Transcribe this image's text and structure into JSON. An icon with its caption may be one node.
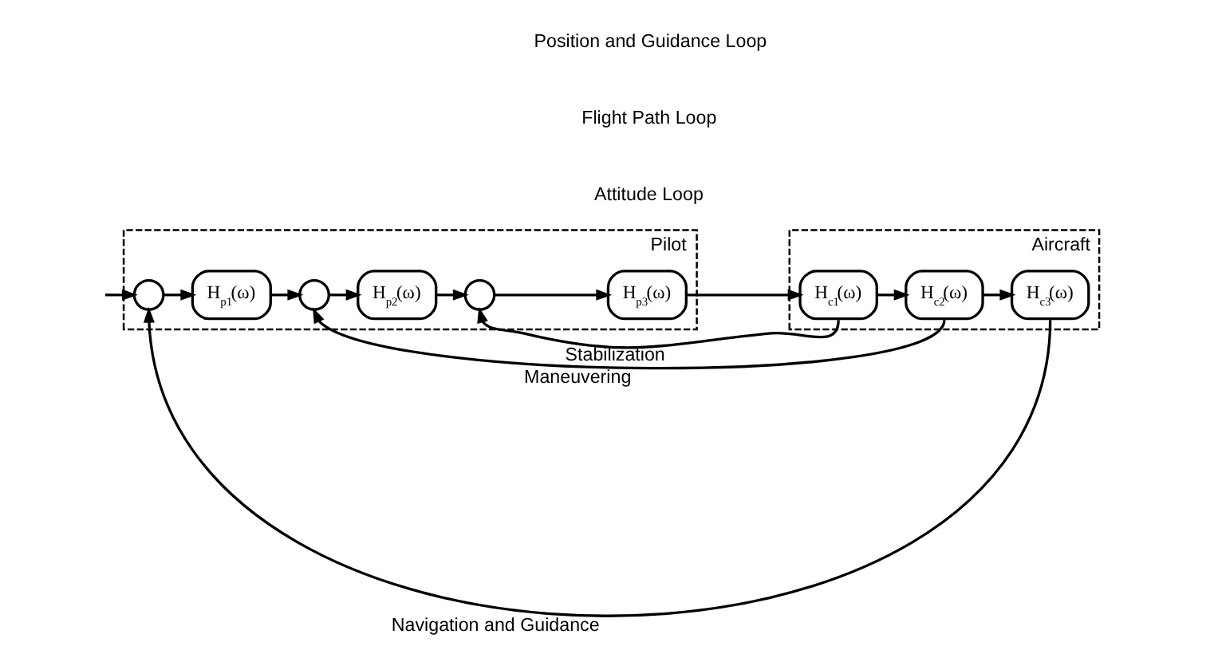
{
  "diagram": {
    "nodes": [
      {
        "text": [
          "Pilot"
        ]
      },
      {
        "text": [],
        "shape": "circle",
        "in": 0
      },
      {
        "text": [
          "H$_{p1}$(ω)"
        ],
        "in": 0
      },
      {
        "text": [],
        "shape": "circle",
        "in": 0
      },
      {
        "text": [
          "H$_{p2}$(ω)"
        ],
        "in": 0
      },
      {
        "text": [],
        "shape": "circle",
        "in": 0
      },
      {
        "text": [
          "H$_{p3}$(ω)"
        ],
        "in": 0
      },
      {
        "text": [
          "Aircraft"
        ]
      },
      {
        "text": [
          "H$_{c1}$(ω)"
        ],
        "in": 7
      },
      {
        "text": [
          "H$_{c2}$(ω)"
        ],
        "in": 7
      },
      {
        "text": [
          "H$_{c3}$(ω)"
        ],
        "in": 7
      }
    ],
    "edges": [
      {
        "from": null,
        "to": 1,
        "arrow": "to"
      },
      {
        "from": 1,
        "to": 2,
        "arrow": "to"
      },
      {
        "from": 2,
        "to": 3,
        "arrow": "to"
      },
      {
        "from": 3,
        "to": 4,
        "arrow": "to"
      },
      {
        "from": 4,
        "to": 5,
        "arrow": "to"
      },
      {
        "from": 5,
        "to": 6,
        "arrow": "to"
      },
      {
        "from": 6,
        "to": 8,
        "arrow": "to"
      },
      {
        "from": 8,
        "to": 9,
        "arrow": "to"
      },
      {
        "from": 9,
        "to": 10,
        "arrow": "to"
      },
      {
        "from": 8,
        "to": 5,
        "arrow": "to",
        "label": "Stabilization"
      },
      {
        "from": 9,
        "to": 3,
        "arrow": "to",
        "label": "Maneuvering"
      },
      {
        "from": 10,
        "to": 1,
        "arrow": "to",
        "label": "Navigation and Guidance"
      }
    ],
    "labels": [
      "Position and Guidance Loop",
      "Flight Path Loop",
      "Attitude Loop"
    ]
  }
}
